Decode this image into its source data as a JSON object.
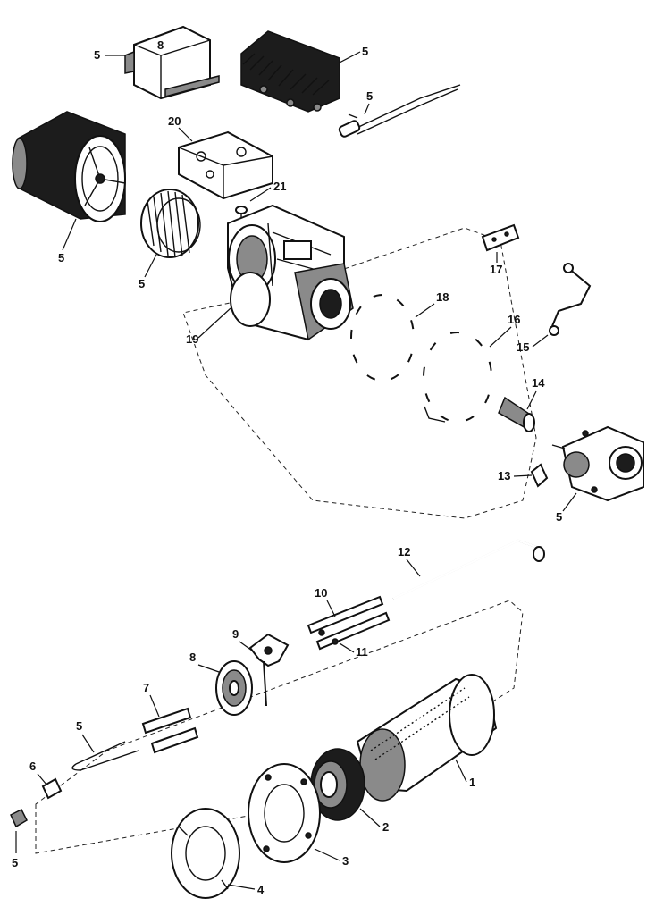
{
  "callouts": {
    "c1": "1",
    "c2": "2",
    "c3": "3",
    "c4": "4",
    "c5_transformer": "5",
    "c5_igniter": "5",
    "c5_cable": "5",
    "c5_housing": "5",
    "c5_wheel": "5",
    "c5_pump": "5",
    "c5_electrodes": "5",
    "c5_nozzle": "5",
    "c6": "6",
    "c7": "7",
    "c8": "8",
    "c9": "9",
    "c10": "10",
    "c11": "11",
    "c12": "12",
    "c13": "13",
    "c14": "14",
    "c15": "15",
    "c16": "16",
    "c17": "17",
    "c18": "18",
    "c19": "19",
    "c20": "20",
    "c21": "21"
  },
  "transformer_box_label": "8"
}
